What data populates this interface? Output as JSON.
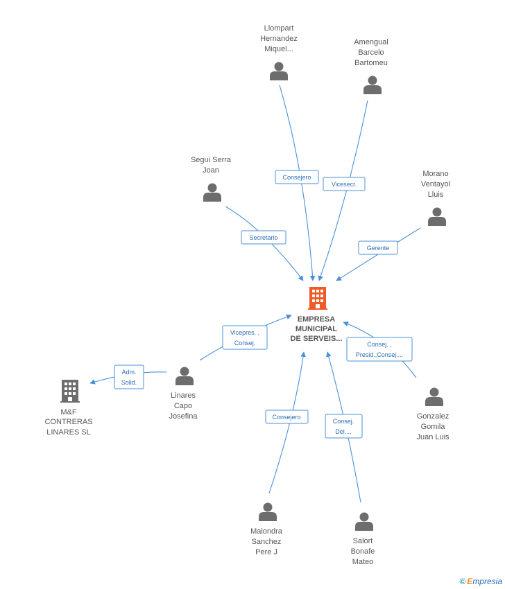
{
  "center": {
    "label_lines": [
      "EMPRESA",
      "MUNICIPAL",
      "DE SERVEIS..."
    ],
    "color": "#f05a28"
  },
  "people": [
    {
      "id": "llompart",
      "label_lines": [
        "Llompart",
        "Hernandez",
        "Miquel..."
      ]
    },
    {
      "id": "amengual",
      "label_lines": [
        "Amengual",
        "Barcelo",
        "Bartomeu"
      ]
    },
    {
      "id": "segui",
      "label_lines": [
        "Segui Serra",
        "Joan"
      ]
    },
    {
      "id": "morano",
      "label_lines": [
        "Morano",
        "Ventayol",
        "Lluis"
      ]
    },
    {
      "id": "linares",
      "label_lines": [
        "Linares",
        "Capo",
        "Josefina"
      ]
    },
    {
      "id": "gonzalez",
      "label_lines": [
        "Gonzalez",
        "Gomila",
        "Juan Luis"
      ]
    },
    {
      "id": "malondra",
      "label_lines": [
        "Malondra",
        "Sanchez",
        "Pere J"
      ]
    },
    {
      "id": "salort",
      "label_lines": [
        "Salort",
        "Bonafe",
        "Mateo"
      ]
    }
  ],
  "other_company": {
    "label_lines": [
      "M&F",
      "CONTRERAS",
      "LINARES SL"
    ],
    "color": "#6d6d6d"
  },
  "roles": {
    "llompart": [
      "Consejero"
    ],
    "amengual": [
      "Vicesecr."
    ],
    "segui": [
      "Secretario"
    ],
    "morano": [
      "Gerente"
    ],
    "linares_center": [
      "Vicepres. ,",
      "Consej."
    ],
    "linares_mf": [
      "Adm.",
      "Solid."
    ],
    "gonzalez": [
      "Consej. ,",
      "Presid.,Consej...."
    ],
    "malondra": [
      "Consejero"
    ],
    "salort": [
      "Consej.",
      "Del...."
    ]
  },
  "colors": {
    "edge": "#4a90d9",
    "role_text": "#2a6db5",
    "person_icon": "#6d6d6d"
  },
  "footer": {
    "copyright": "©",
    "brand_initial": "E",
    "brand_rest": "mpresia"
  }
}
